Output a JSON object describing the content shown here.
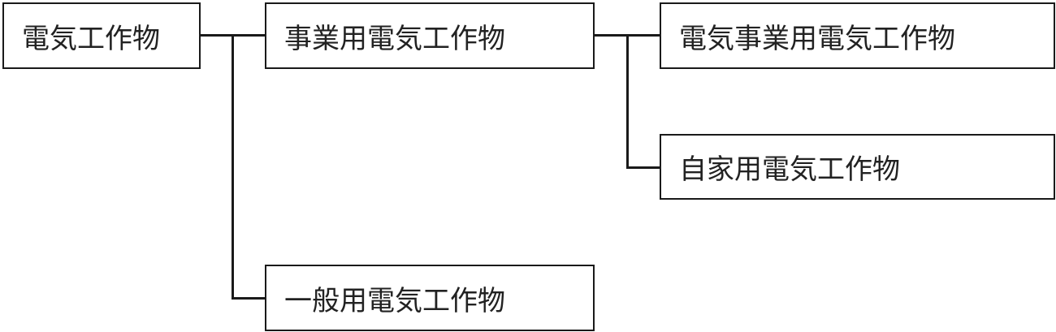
{
  "diagram": {
    "type": "tree",
    "nodes": {
      "root": {
        "label": "電気工作物"
      },
      "business": {
        "label": "事業用電気工作物"
      },
      "utility": {
        "label": "電気事業用電気工作物"
      },
      "private": {
        "label": "自家用電気工作物"
      },
      "general": {
        "label": "一般用電気工作物"
      }
    },
    "edges": [
      {
        "from": "電気工作物",
        "to": "事業用電気工作物"
      },
      {
        "from": "電気工作物",
        "to": "一般用電気工作物"
      },
      {
        "from": "事業用電気工作物",
        "to": "電気事業用電気工作物"
      },
      {
        "from": "事業用電気工作物",
        "to": "自家用電気工作物"
      }
    ]
  }
}
